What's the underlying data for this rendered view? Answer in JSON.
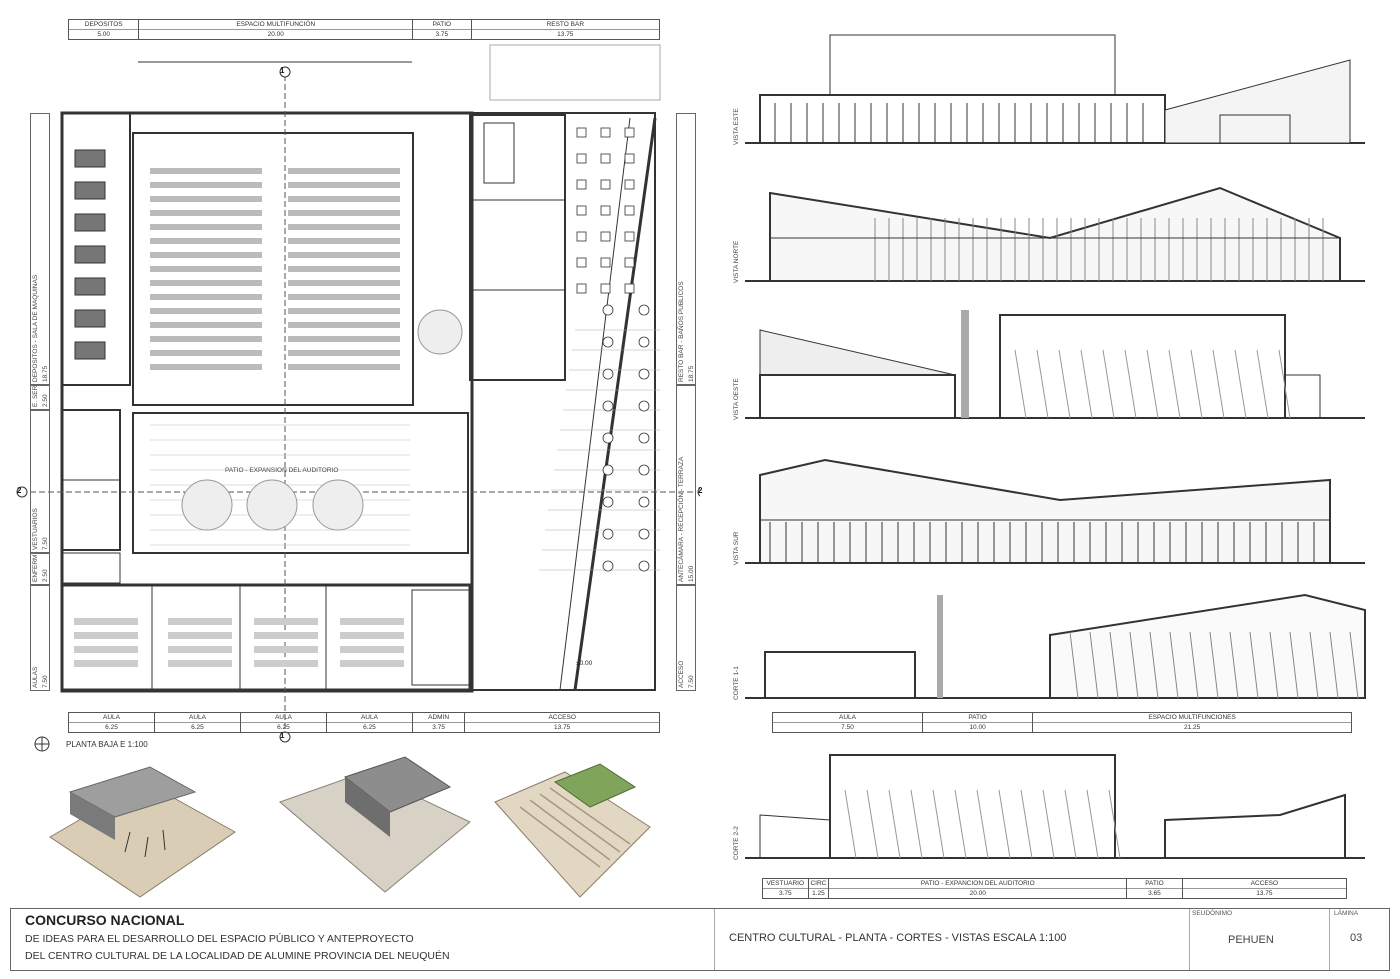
{
  "plan": {
    "top_dims": [
      {
        "label": "DEPOSITOS",
        "value": "5.00"
      },
      {
        "label": "ESPACIO MULTIFUNCIÓN",
        "value": "20.00"
      },
      {
        "label": "PATIO",
        "value": "3.75"
      },
      {
        "label": "RESTO BAR",
        "value": "13.75"
      }
    ],
    "bottom_dims": [
      {
        "label": "AULA",
        "value": "6.25"
      },
      {
        "label": "AULA",
        "value": "6.25"
      },
      {
        "label": "AULA",
        "value": "6.25"
      },
      {
        "label": "AULA",
        "value": "6.25"
      },
      {
        "label": "ADMIN",
        "value": "3.75"
      },
      {
        "label": "ACCESO",
        "value": "13.75"
      }
    ],
    "left_dims": [
      {
        "label": "DEPOSITOS - SALA DE MAQUINAS",
        "value": "18.75"
      },
      {
        "label": "E. SERV.",
        "value": "2.50"
      },
      {
        "label": "VESTUARIOS",
        "value": "7.50"
      },
      {
        "label": "ENFERM.",
        "value": "2.50"
      },
      {
        "label": "AULAS",
        "value": "7.50"
      }
    ],
    "right_dims": [
      {
        "label": "RESTO BAR - BAÑOS PUBLICOS",
        "value": "18.75"
      },
      {
        "label": "ANTECÁMARA - RECEPCIÓN - TERRAZA",
        "value": "15.00"
      },
      {
        "label": "ACCESO",
        "value": "7.50"
      }
    ],
    "patio_label": "PATIO - EXPANSION DEL AUDITORIO",
    "caption": "PLANTA BAJA E 1:100",
    "level_mark": "±0.00",
    "section_marks": [
      "1",
      "1",
      "2",
      "2"
    ]
  },
  "elevations": [
    {
      "label": "VISTA ESTE"
    },
    {
      "label": "VISTA NORTE"
    },
    {
      "label": "VISTA OESTE"
    },
    {
      "label": "VISTA SUR"
    },
    {
      "label": "CORTE 1-1"
    },
    {
      "label": "CORTE 2-2"
    }
  ],
  "section1_dims": [
    {
      "label": "AULA",
      "value": "7.50"
    },
    {
      "label": "PATIO",
      "value": "10.00"
    },
    {
      "label": "ESPACIO MULTIFUNCIONES",
      "value": "21.25"
    }
  ],
  "section2_dims": [
    {
      "label": "VESTUARIO",
      "value": "3.75"
    },
    {
      "label": "CIRC",
      "value": "1.25"
    },
    {
      "label": "PATIO - EXPANCION DEL AUDITORIO",
      "value": "20.00"
    },
    {
      "label": "PATIO",
      "value": "3.65"
    },
    {
      "label": "ACCESO",
      "value": "13.75"
    }
  ],
  "title_block": {
    "title": "CONCURSO NACIONAL",
    "subtitle1": "DE IDEAS PARA EL DESARROLLO DEL ESPACIO PÚBLICO Y ANTEPROYECTO",
    "subtitle2": "DEL CENTRO CULTURAL DE LA LOCALIDAD DE ALUMINE PROVINCIA DEL NEUQUÉN",
    "sheet_title": "CENTRO CULTURAL - PLANTA - CORTES - VISTAS ESCALA 1:100",
    "pseudonym_label": "SEUDÓNIMO",
    "pseudonym": "PEHUEN",
    "sheet_label": "LÁMINA",
    "sheet_number": "03"
  }
}
